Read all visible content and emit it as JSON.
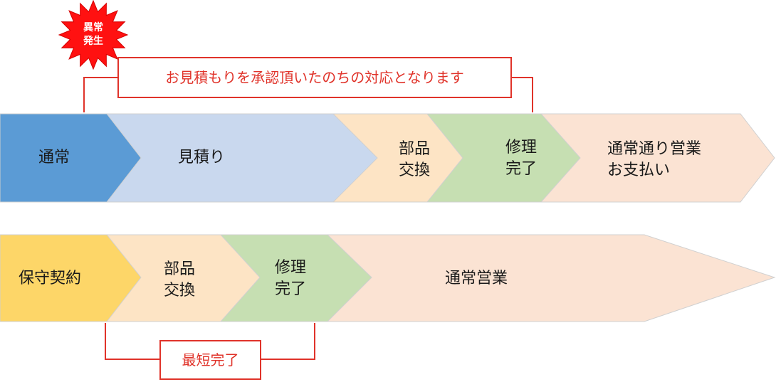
{
  "colors": {
    "blue": "#5b9bd5",
    "light_blue": "#c9d8ee",
    "orange": "#fde4c5",
    "green": "#c6dfb2",
    "peach": "#fbe3d3",
    "yellow": "#fdd668",
    "red": "#e0332a",
    "outline": "#d0d0d0"
  },
  "badge": {
    "text": "異常\n発生",
    "icon": "starburst-icon"
  },
  "row1": {
    "callout": "お見積もりを承認頂いたのちの対応となります",
    "stages": [
      {
        "label": "通常"
      },
      {
        "label": "見積り"
      },
      {
        "label": "部品\n交換"
      },
      {
        "label": "修理\n完了"
      },
      {
        "label": "通常通り営業\nお支払い"
      }
    ]
  },
  "row2": {
    "callout": "最短完了",
    "stages": [
      {
        "label": "保守契約"
      },
      {
        "label": "部品\n交換"
      },
      {
        "label": "修理\n完了"
      },
      {
        "label": "通常営業"
      }
    ]
  }
}
